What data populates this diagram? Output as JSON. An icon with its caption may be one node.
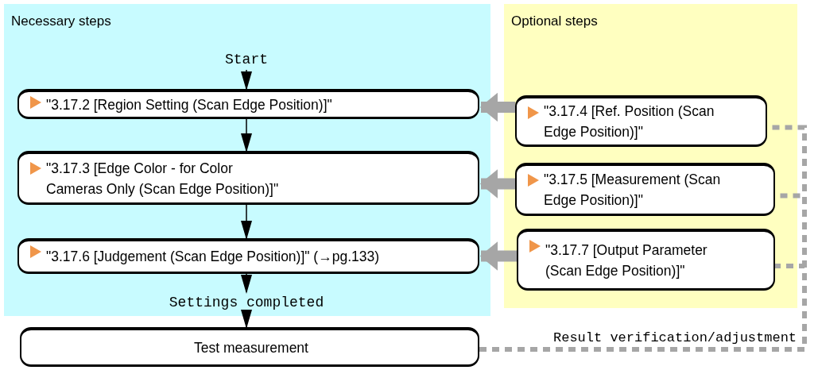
{
  "diagram": {
    "nodes": [
      {
        "text": [
          "Necessary steps"
        ]
      },
      {
        "text": [
          "Optional steps"
        ]
      },
      {
        "text": [
          "Start"
        ],
        "in": 0
      },
      {
        "text": [
          "\"3.17.2 [Region Setting (Scan Edge Position)]\""
        ],
        "in": 0
      },
      {
        "text": [
          "\"3.17.3 [Edge Color - for Color Cameras Only (Scan Edge Position)]\""
        ],
        "in": 0
      },
      {
        "text": [
          "\"3.17.6 [Judgement (Scan Edge Position)]\" (→pg.133)"
        ],
        "in": 0
      },
      {
        "text": [
          "Settings completed"
        ],
        "in": 0
      },
      {
        "text": [
          "\"3.17.4 [Ref. Position (Scan Edge Position)]\""
        ],
        "in": 1
      },
      {
        "text": [
          "\"3.17.5 [Measurement (Scan Edge Position)]\""
        ],
        "in": 1
      },
      {
        "text": [
          "\"3.17.7 [Output Parameter (Scan Edge Position)]\""
        ],
        "in": 1
      },
      {
        "text": [
          "Test measurement"
        ]
      }
    ],
    "edges": [
      {
        "from": 2,
        "to": 3,
        "arrow": "to",
        "color": "#000000"
      },
      {
        "from": 3,
        "to": 4,
        "arrow": "to",
        "color": "#000000"
      },
      {
        "from": 4,
        "to": 5,
        "arrow": "to",
        "color": "#000000"
      },
      {
        "from": 5,
        "to": 6,
        "arrow": "to",
        "color": "#000000"
      },
      {
        "from": 6,
        "to": 10,
        "arrow": "to",
        "color": "#000000"
      },
      {
        "from": 7,
        "to": 3,
        "arrow": "to",
        "style": "thick",
        "color": "#a6a6a6"
      },
      {
        "from": 8,
        "to": 4,
        "arrow": "to",
        "style": "thick",
        "color": "#a6a6a6"
      },
      {
        "from": 9,
        "to": 5,
        "arrow": "to",
        "style": "thick",
        "color": "#a6a6a6"
      },
      {
        "from": 10,
        "to": 7,
        "arrow": "none",
        "style": "dashed",
        "color": "#a6a6a6",
        "label": "Result verification/adjustment"
      },
      {
        "from": 10,
        "to": 8,
        "arrow": "none",
        "style": "dashed",
        "color": "#a6a6a6"
      },
      {
        "from": 10,
        "to": 9,
        "arrow": "none",
        "style": "dashed",
        "color": "#a6a6a6"
      }
    ]
  }
}
